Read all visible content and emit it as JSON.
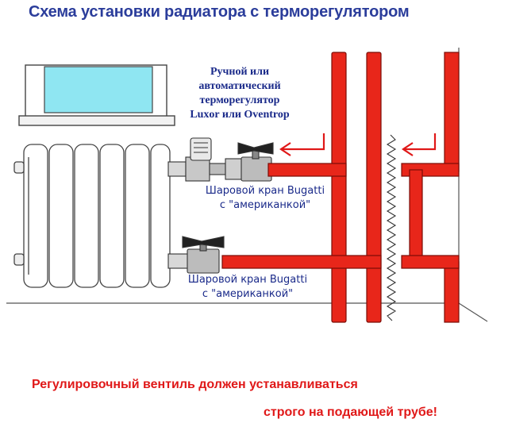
{
  "title": "Схема установки радиатора с терморегулятором",
  "thermostat_label": [
    "Ручной или",
    "автоматический",
    "терморегулятор",
    "Luxor или Oventrop"
  ],
  "valve_top_label": [
    "Шаровой кран Bugatti",
    "с \"американкой\""
  ],
  "valve_bottom_label": [
    "Шаровой кран Bugatti",
    "с \"американкой\""
  ],
  "warning_line1": "Регулировочный вентиль должен устанавливаться",
  "warning_line2": "строго на  подающей трубе!",
  "colors": {
    "pipe": "#e8261a",
    "pipe_outline": "#7a0d08",
    "title": "#2b3d9b",
    "label": "#1a2a8a",
    "warning": "#e01818",
    "glass": "#8fe6f2"
  }
}
